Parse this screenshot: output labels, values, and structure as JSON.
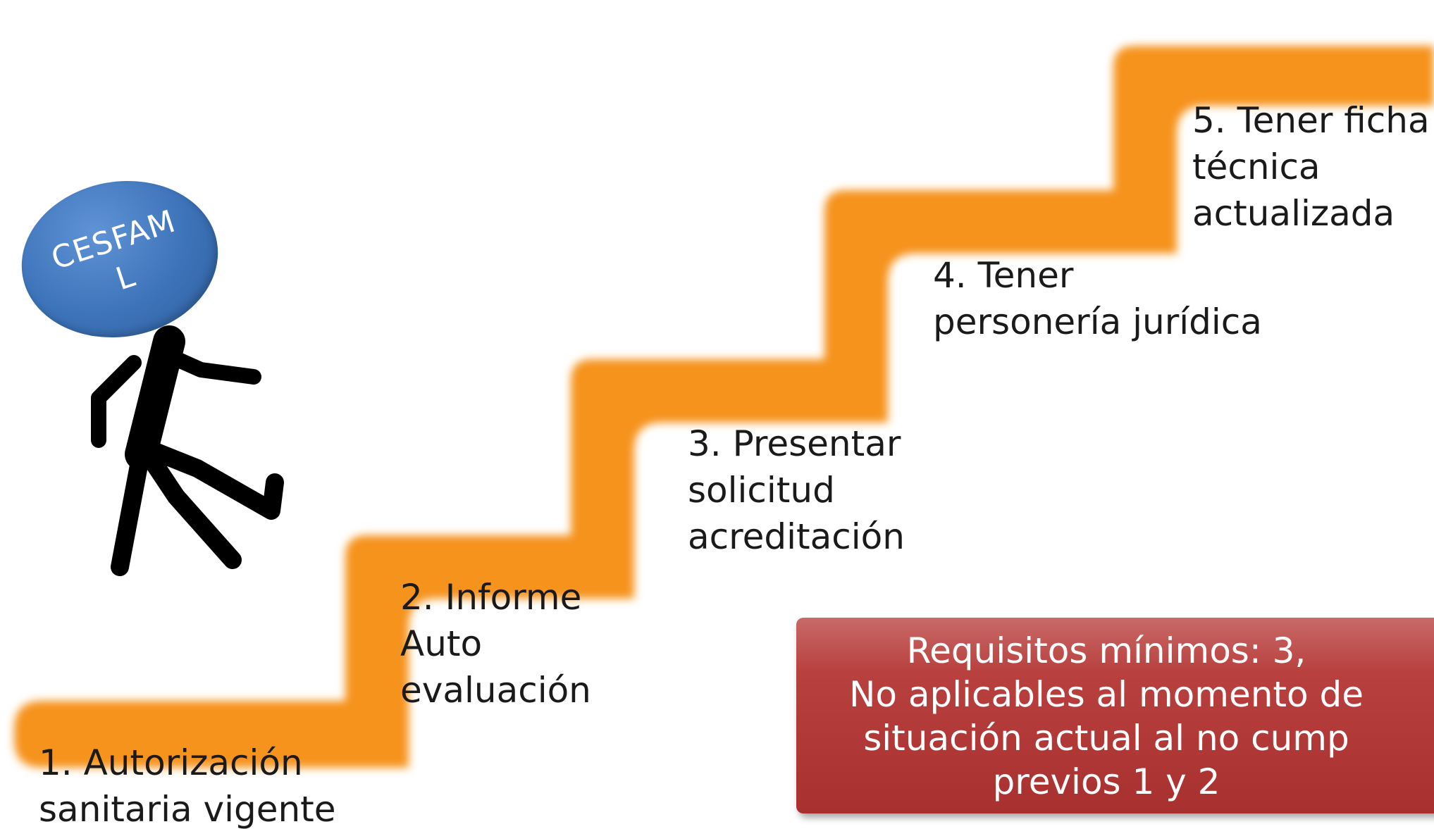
{
  "head_label": "CESFAM\nL",
  "steps": [
    {
      "label": "1. Autorización\nsanitaria vigente"
    },
    {
      "label": "2. Informe\nAuto\nevaluación"
    },
    {
      "label": "3. Presentar\nsolicitud\nacreditación"
    },
    {
      "label": "4. Tener\npersonería jurídica"
    },
    {
      "label": "5. Tener ficha\ntécnica\nactualizada"
    }
  ],
  "note": {
    "text": "Requisitos mínimos: 3,\nNo aplicables al momento de\nsituación actual al no cump\nprevios 1 y 2"
  },
  "colors": {
    "stair": "#f6931e",
    "head": "#3d73b9",
    "note": "#b23a39",
    "figure": "#000000"
  }
}
